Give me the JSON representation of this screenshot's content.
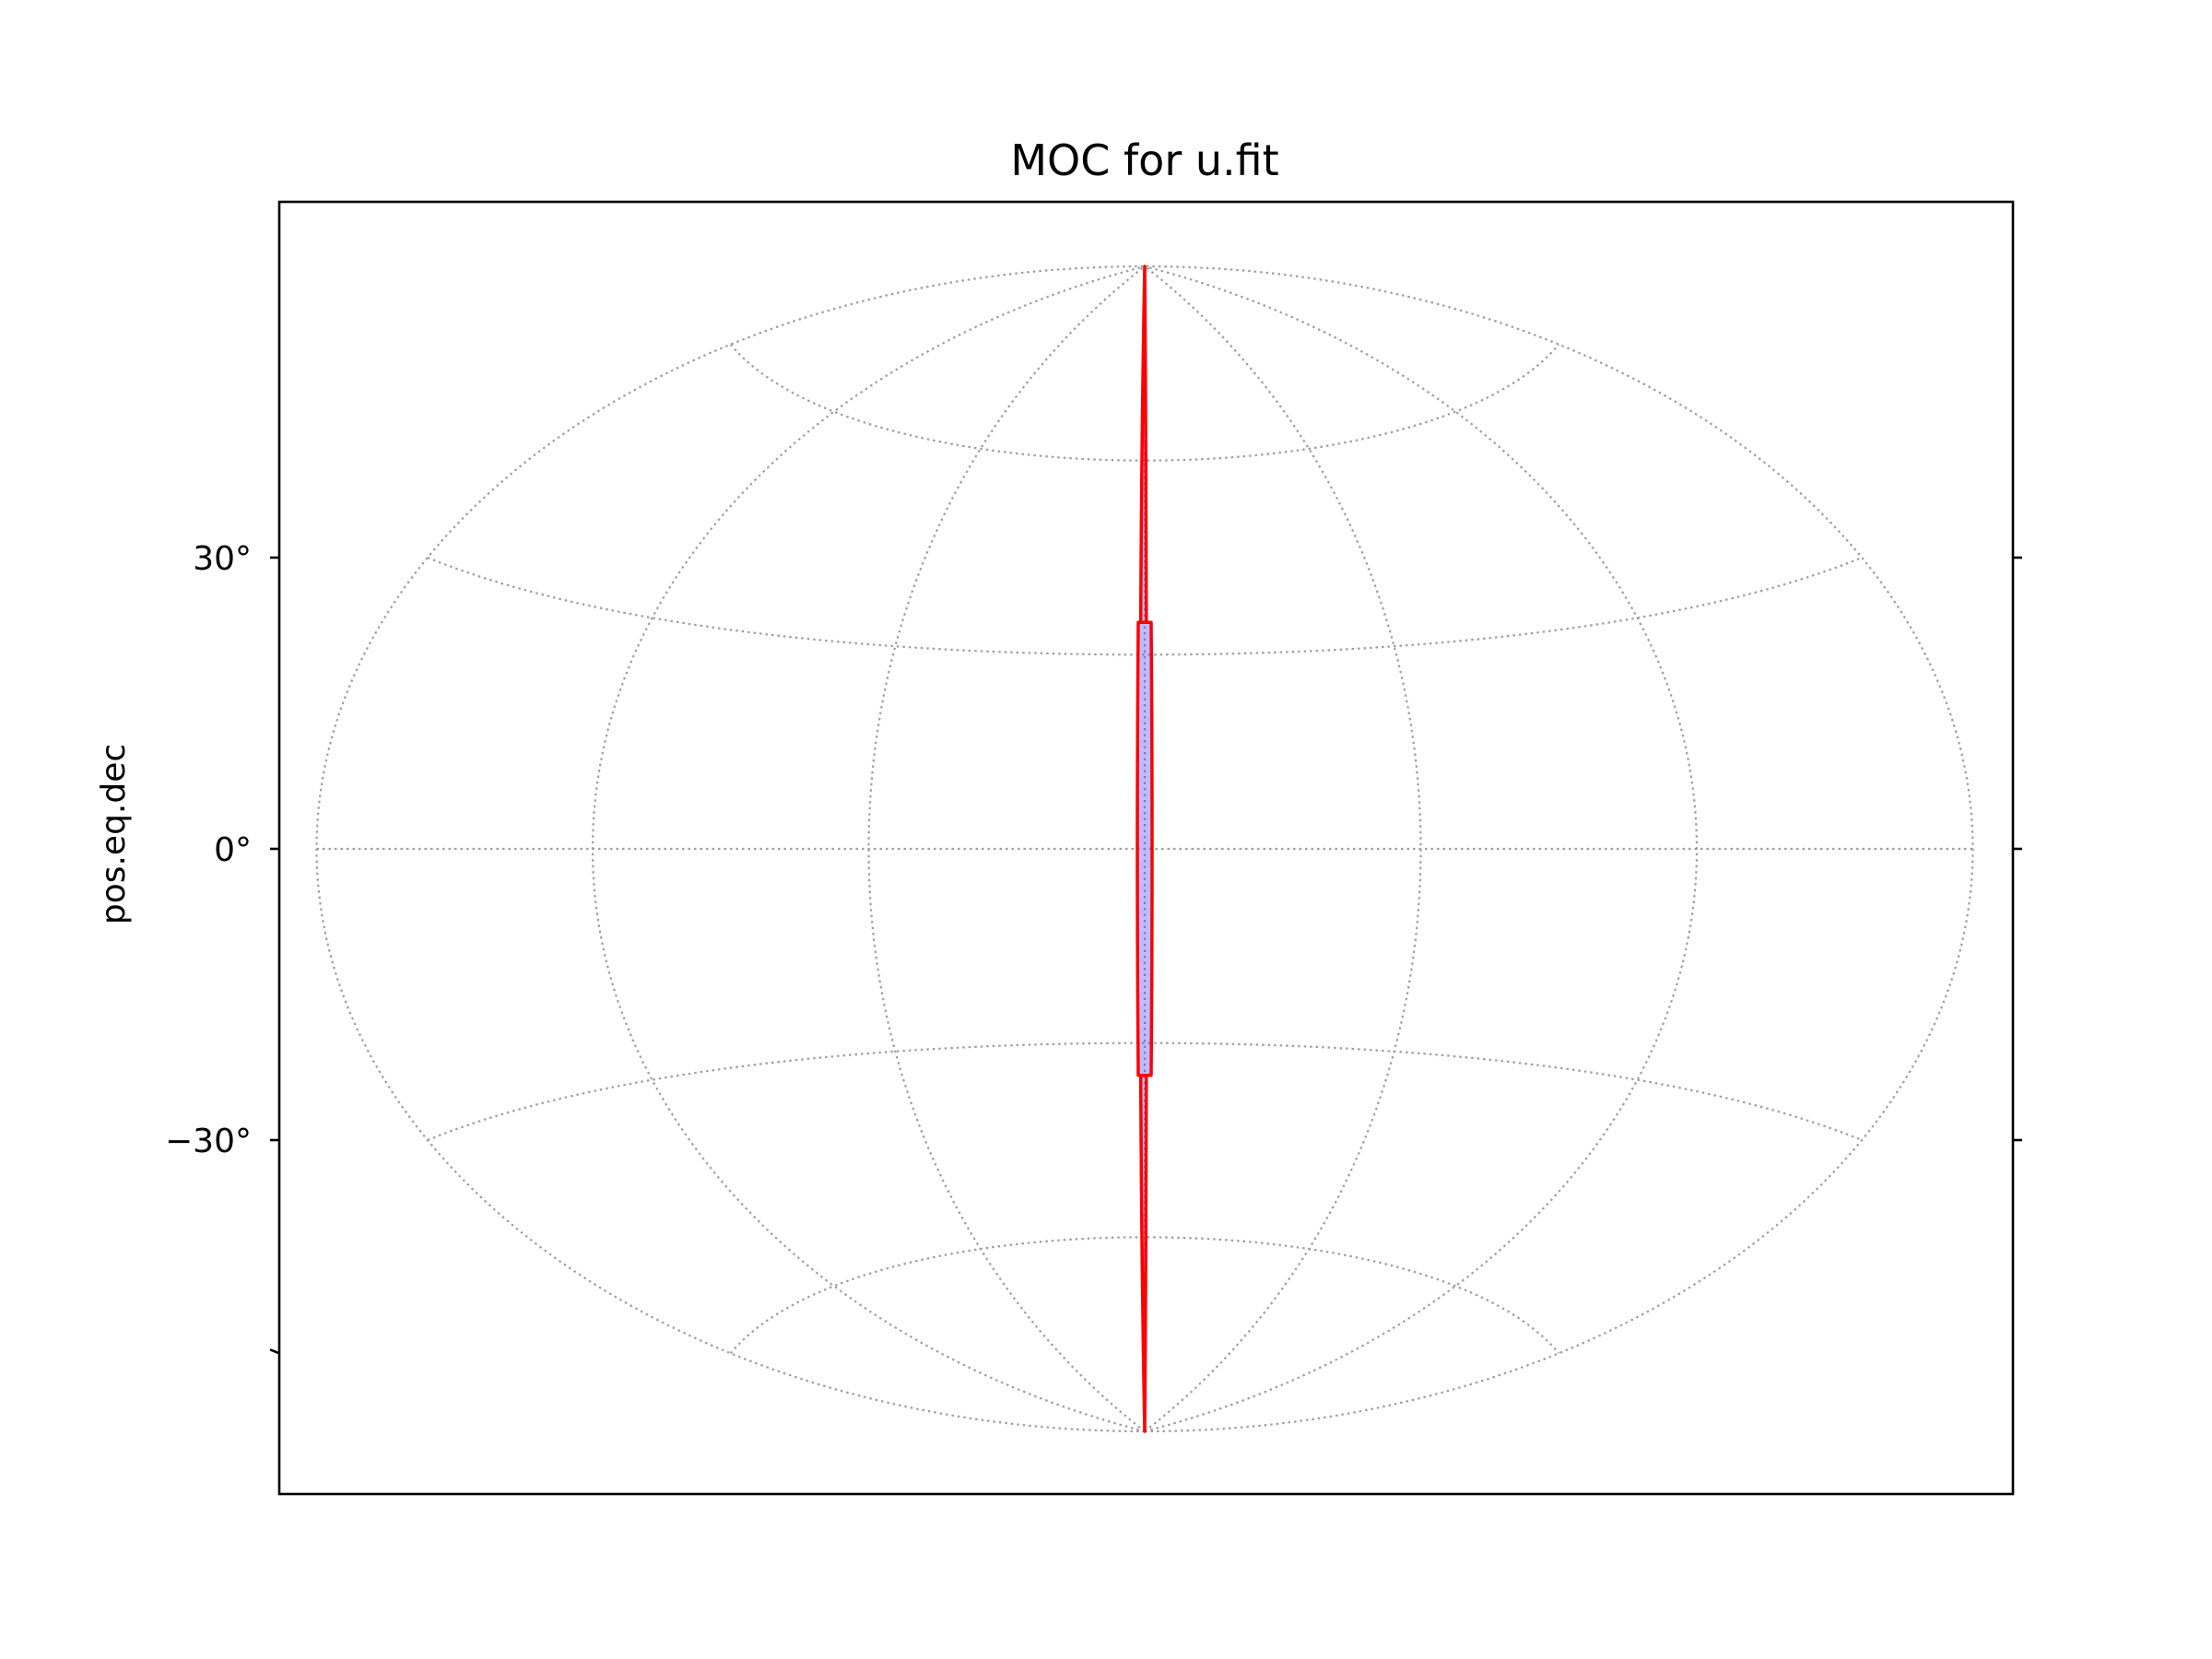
{
  "chart_data": {
    "type": "scatter",
    "projection": "aitoff",
    "title": "MOC for u.fit",
    "xlabel": "",
    "ylabel": "pos.eq.dec",
    "ylim": [
      -90,
      90
    ],
    "xlim": [
      -180,
      180
    ],
    "y_ticks": [
      {
        "value": 30,
        "label": "30°"
      },
      {
        "value": 0,
        "label": "0°"
      },
      {
        "value": -30,
        "label": "−30°"
      }
    ],
    "graticule": {
      "parallels": [
        -60,
        -30,
        0,
        30,
        60
      ],
      "meridians": [
        -180,
        -120,
        -60,
        0,
        60,
        120,
        180
      ],
      "style": "dotted",
      "color": "#9e9e9e"
    },
    "grid": true,
    "colors": {
      "moc_outline": "#ff0000",
      "moc_edge": "#4040ff",
      "frame": "#000000"
    },
    "series": [
      {
        "color": "#ff0000",
        "values": [
          {
            "ra_min": -1.6,
            "ra_max": 1.6,
            "dec_min": -35,
            "dec_max": 35
          },
          {
            "ra_min": -1.0,
            "ra_max": 0.4,
            "dec_min": 35,
            "dec_max": 90
          },
          {
            "ra_min": -1.0,
            "ra_max": 0.4,
            "dec_min": -90,
            "dec_max": -35
          }
        ]
      }
    ]
  }
}
